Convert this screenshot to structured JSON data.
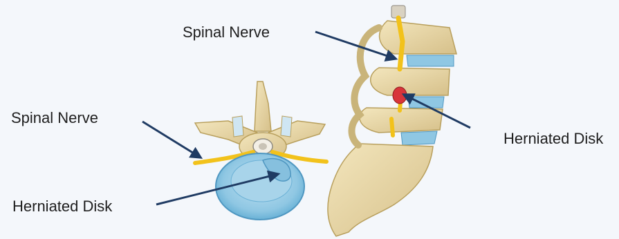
{
  "labels": {
    "spinal_nerve_top": "Spinal Nerve",
    "spinal_nerve_left": "Spinal Nerve",
    "herniated_disk_right": "Herniated Disk",
    "herniated_disk_bottom": "Herniated Disk"
  },
  "colors": {
    "background": "#f4f7fb",
    "arrow": "#1f3b63",
    "bone": "#e9d8a6",
    "bone_shadow": "#c9b47a",
    "nerve": "#f2c21b",
    "disk": "#8fc7e3",
    "disk_dark": "#5aa9d1",
    "herniation": "#d8343a"
  }
}
